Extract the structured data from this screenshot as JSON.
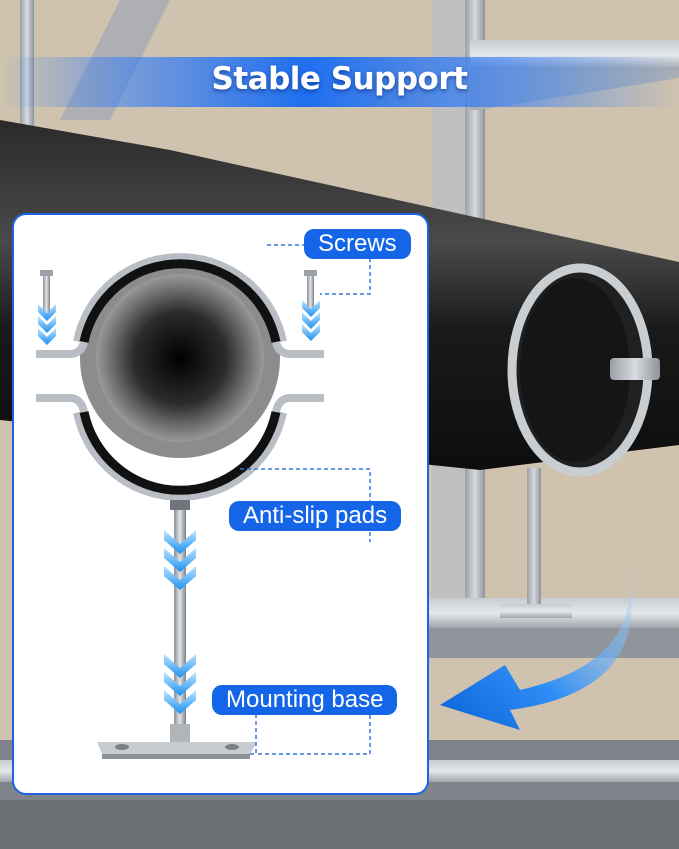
{
  "banner": {
    "title": "Stable Support"
  },
  "labels": {
    "screws": "Screws",
    "anti_slip_pads": "Anti-slip pads",
    "mounting_base": "Mounting base"
  },
  "colors": {
    "accent_blue": "#1565e8",
    "panel_border": "#1e63e6",
    "pipe_black": "#1b1b1b",
    "wall_beige": "#cfc2ae"
  }
}
